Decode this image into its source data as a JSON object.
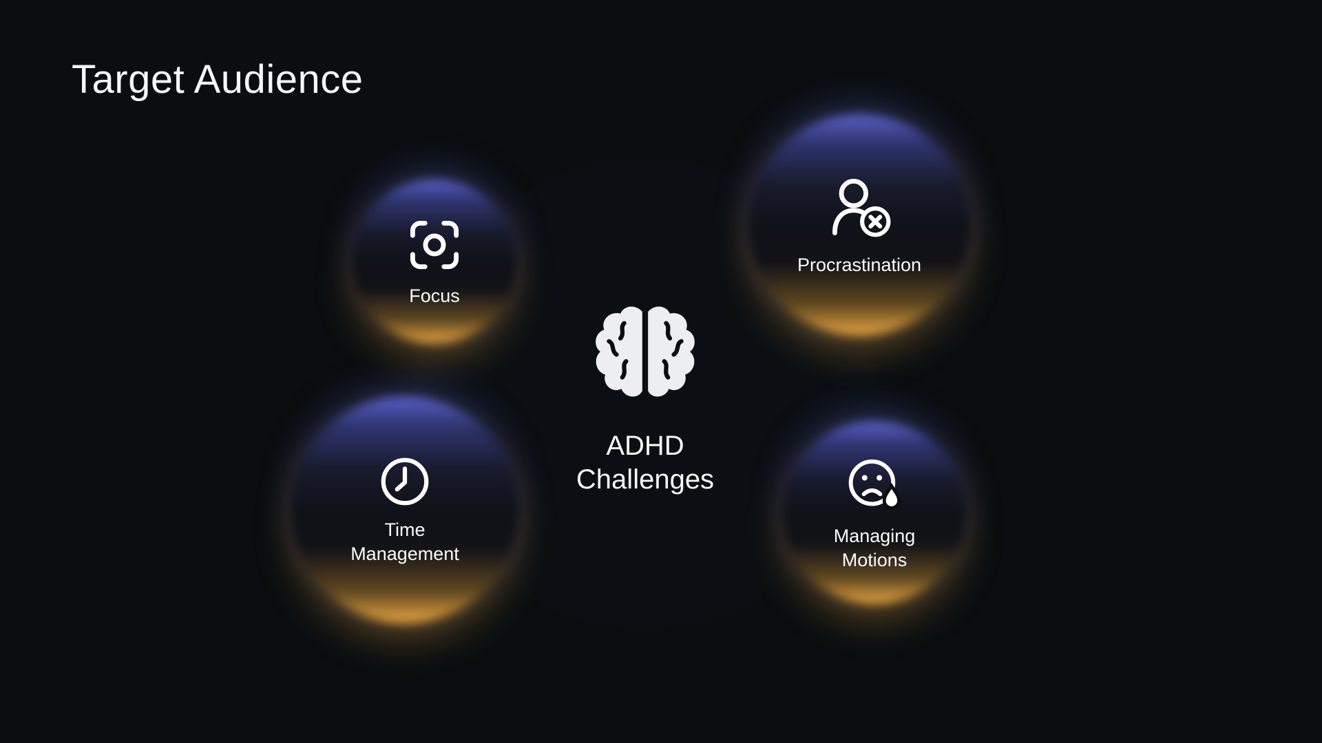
{
  "page": {
    "title": "Target Audience",
    "background_color": "#0a0e10"
  },
  "center": {
    "label": "ADHD Challenges",
    "icon": "brain-icon",
    "ring_glow_color": "#eef1f8"
  },
  "bubbles": [
    {
      "id": "focus",
      "label": "Focus",
      "icon": "focus-frame-icon"
    },
    {
      "id": "procrastination",
      "label": "Procrastination",
      "icon": "person-x-icon"
    },
    {
      "id": "time-management",
      "label": "Time Management",
      "icon": "clock-icon"
    },
    {
      "id": "managing-motions",
      "label": "Managing Motions",
      "icon": "sad-face-tear-icon"
    }
  ],
  "colors": {
    "bubble_top": "#5a60c9",
    "bubble_bottom": "#eca743",
    "text": "#ffffff"
  }
}
